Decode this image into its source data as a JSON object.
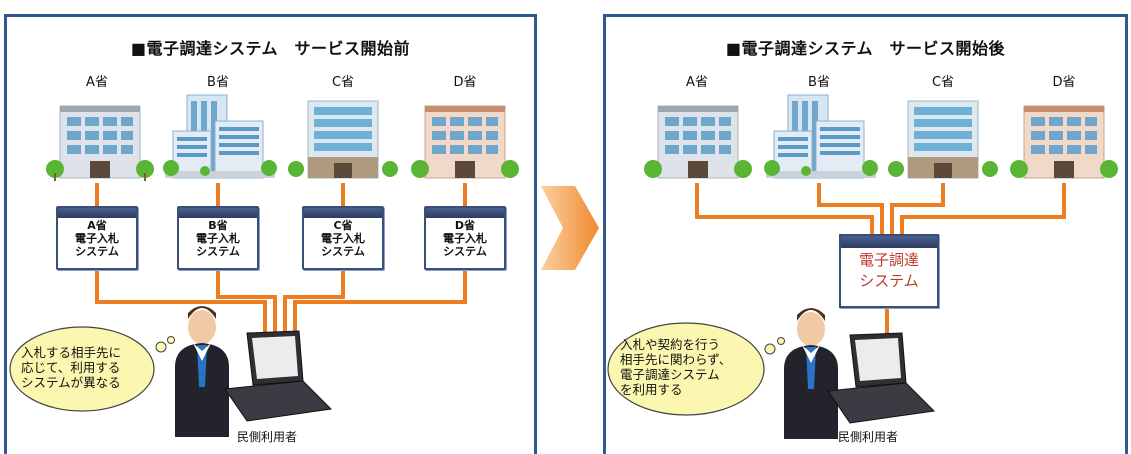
{
  "left": {
    "title": "■電子調達システム　サービス開始前",
    "ministries": [
      "A省",
      "B省",
      "C省",
      "D省"
    ],
    "systems": [
      {
        "line1": "A省",
        "line2": "電子入札",
        "line3": "システム"
      },
      {
        "line1": "B省",
        "line2": "電子入札",
        "line3": "システム"
      },
      {
        "line1": "C省",
        "line2": "電子入札",
        "line3": "システム"
      },
      {
        "line1": "D省",
        "line2": "電子入札",
        "line3": "システム"
      }
    ],
    "bubble": {
      "line1": "入札する相手先に",
      "line2": "応じて、利用する",
      "line3": "システムが異なる"
    },
    "user_label": "民側利用者"
  },
  "right": {
    "title": "■電子調達システム　サービス開始後",
    "ministries": [
      "A省",
      "B省",
      "C省",
      "D省"
    ],
    "system": {
      "line1": "電子調達",
      "line2": "システム"
    },
    "bubble": {
      "line1": "入札や契約を行う",
      "line2": "相手先に関わらず、",
      "line3": "電子調達システム",
      "line4": "を利用する"
    },
    "user_label": "民側利用者"
  },
  "colors": {
    "connector": "#ee7d22",
    "frame": "#2f5a8f",
    "arrow": "#f5a04a",
    "bubble": "#fbf6b0"
  }
}
